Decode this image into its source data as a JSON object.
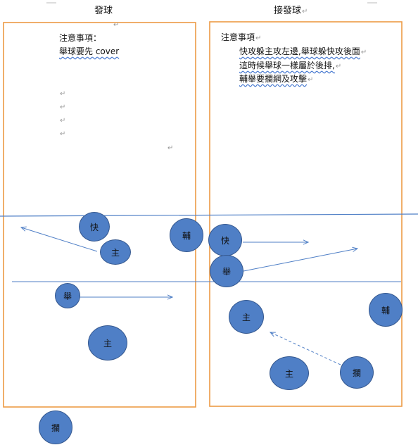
{
  "headers": {
    "serve": "發球",
    "receive": "接發球"
  },
  "left_notes": {
    "title": "注意事項：",
    "line1": "舉球要先 cover"
  },
  "right_notes": {
    "title": "注意事項",
    "line1": "快攻躲主攻左邊,舉球躲快攻後面",
    "line2": "這時候舉球一樣屬於後排,",
    "line3": "輔舉要攔網及攻擊"
  },
  "players": {
    "left_kuai": "快",
    "left_zhu1": "主",
    "left_fu": "輔",
    "left_ju": "舉",
    "left_zhu2": "主",
    "left_lan": "攔",
    "right_kuai": "快",
    "right_ju": "舉",
    "right_zhu1": "主",
    "right_fu": "輔",
    "right_zhu2": "主",
    "right_lan": "攔"
  },
  "colors": {
    "box": "#ed9b45",
    "line": "#4f7fc6",
    "circle": "#4f7fc6"
  }
}
